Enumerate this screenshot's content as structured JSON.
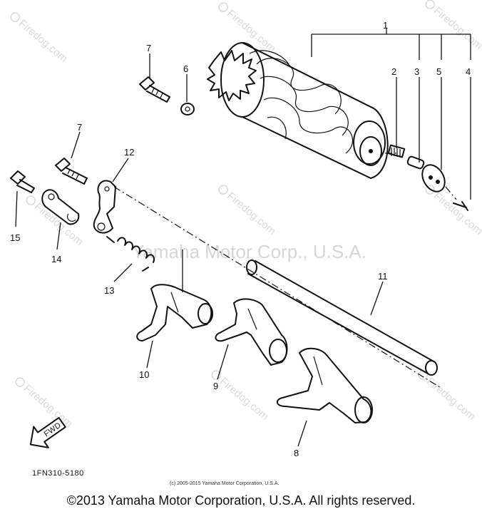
{
  "watermarks": {
    "site": "Firedog.com",
    "center": "Yamaha Motor Corp., U.S.A."
  },
  "labels": {
    "p1": "1",
    "p2": "2",
    "p3": "3",
    "p4": "4",
    "p5": "5",
    "p6": "6",
    "p7a": "7",
    "p7b": "7",
    "p8": "8",
    "p9": "9",
    "p10": "10",
    "p11": "11",
    "p12": "12",
    "p13": "13",
    "p14": "14",
    "p15": "15"
  },
  "fwd": "FWD",
  "diagram_code": "1FN310-5180",
  "small_copyright": "(c) 2005-2015 Yamaha Motor Corporation, U.S.A.",
  "footer": "©2013 Yamaha Motor Corporation, U.S.A. All rights reserved.",
  "icons": {
    "watermark": "firedog-copyright-icon",
    "arrow": "forward-arrow-icon"
  }
}
